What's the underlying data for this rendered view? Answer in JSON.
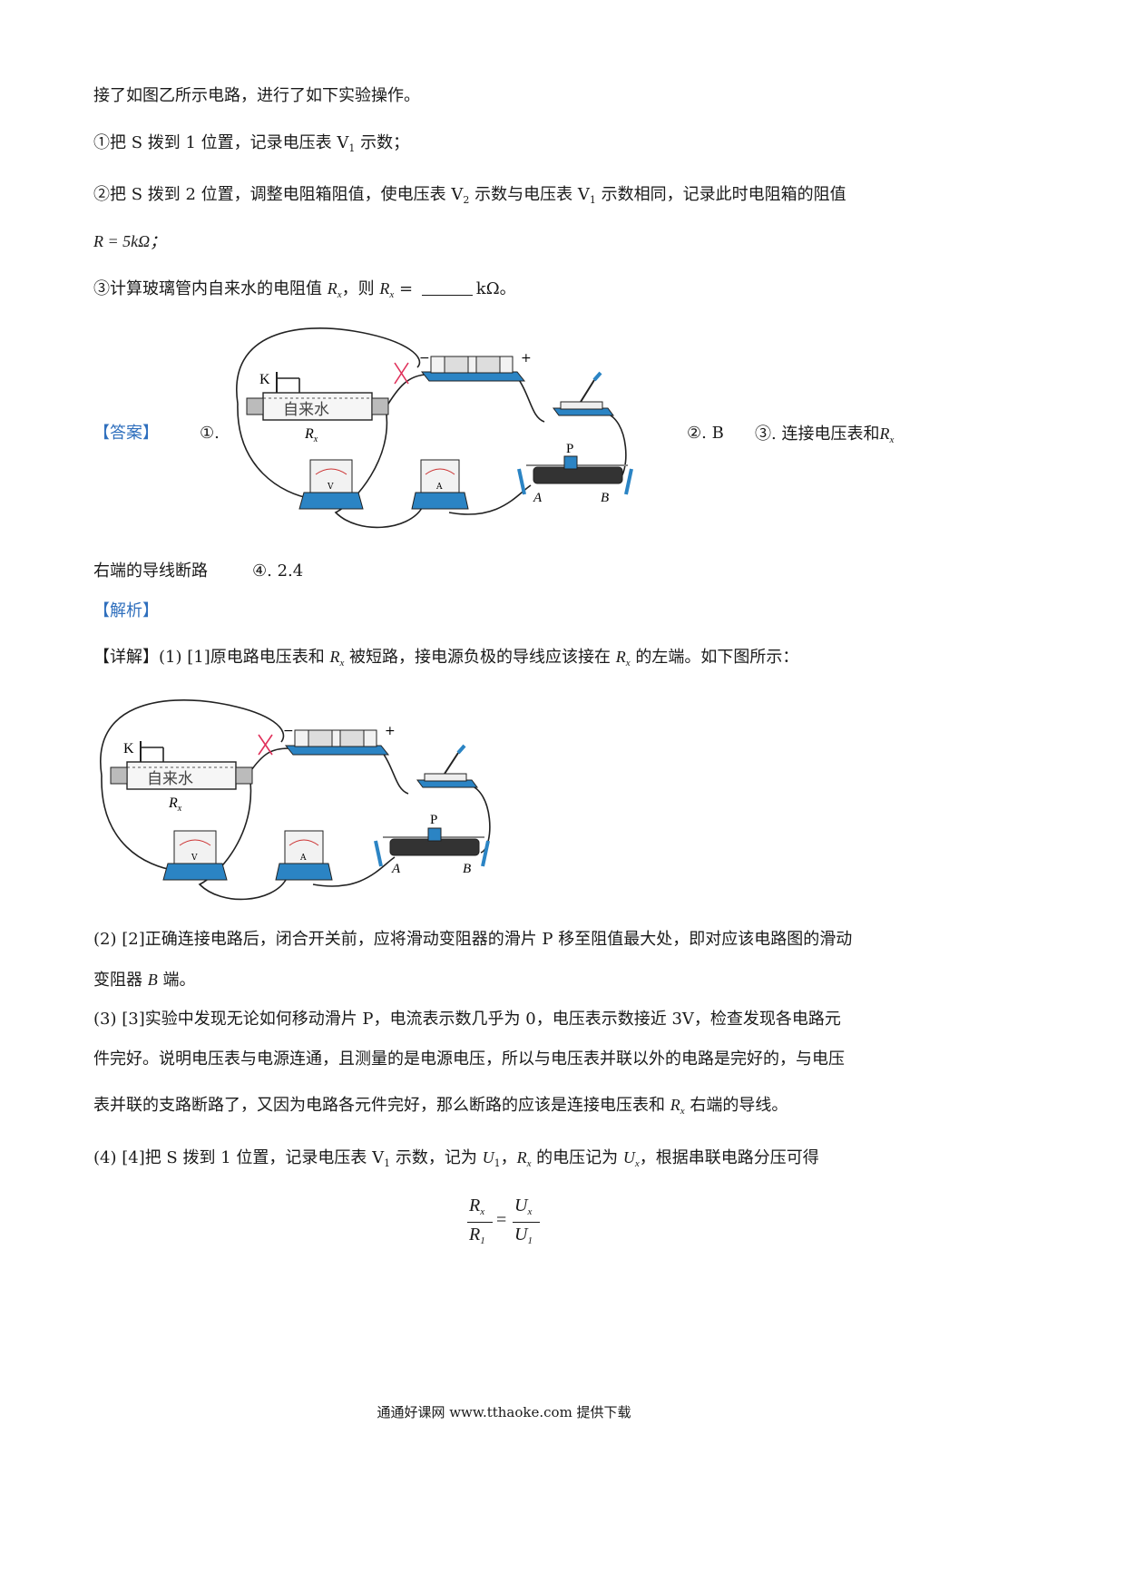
{
  "intro": "接了如图乙所示电路，进行了如下实验操作。",
  "steps": {
    "step1": {
      "a": "①把 S 拨到 1 位置，记录电压表 V",
      "sub": "1",
      "b": " 示数；"
    },
    "step2": {
      "a": "②把 S 拨到 2 位置，调整电阻箱阻值，使电压表 V",
      "sub1": "2",
      "b": " 示数与电压表 V",
      "sub2": "1",
      "c": " 示数相同，记录此时电阻箱的阻值"
    },
    "step2_cont": "R = 5kΩ；",
    "step3": {
      "a": "③计算玻璃管内自来水的电阻值 ",
      "var": "R",
      "var_sub": "x",
      "b": "，则 ",
      "var2": "R",
      "var2_sub": "x",
      "eq": " = ",
      "unit": "kΩ。"
    }
  },
  "answer": {
    "tag": "【答案】",
    "item1": "①.",
    "item2": "②. B",
    "item3": "③. 连接电压表和",
    "item3_var": "R",
    "item3_sub": "x",
    "item3_cont": "右端的导线断路",
    "item4": "④. 2.4"
  },
  "analysis_tag": "【解析】",
  "detail": {
    "tag": "【详解】",
    "p1": {
      "a": "(1) [1]原电路电压表和 ",
      "var": "R",
      "sub": "x",
      "b": " 被短路，接电源负极的导线应该接在 ",
      "var2": "R",
      "sub2": "x",
      "c": " 的左端。如下图所示："
    },
    "p2_l1": "(2) [2]正确连接电路后，闭合开关前，应将滑动变阻器的滑片 P 移至阻值最大处，即对应该电路图的滑动",
    "p2_l2_a": "变阻器 ",
    "p2_l2_var": "B",
    "p2_l2_b": " 端。",
    "p3_l1": "(3) [3]实验中发现无论如何移动滑片 P，电流表示数几乎为 0，电压表示数接近 3V，检查发现各电路元",
    "p3_l2": "件完好。说明电压表与电源连通，且测量的是电源电压，所以与电压表并联以外的电路是完好的，与电压",
    "p3_l3": {
      "a": "表并联的支路断路了，又因为电路各元件完好，那么断路的应该是连接电压表和 ",
      "var": "R",
      "sub": "x",
      "b": " 右端的导线。"
    },
    "p4": {
      "a": "(4) [4]把 S 拨到 1 位置，记录电压表 V",
      "sub": "1",
      "b": " 示数，记为 ",
      "u1": "U",
      "u1_sub": "1",
      "c": "，",
      "rx": "R",
      "rx_sub": "x",
      "d": " 的电压记为 ",
      "ux": "U",
      "ux_sub": "x",
      "e": "，根据串联电路分压可得"
    },
    "formula": {
      "num_l": "R",
      "num_l_sub": "x",
      "den_l": "R",
      "den_l_sub": "1",
      "eq": "=",
      "num_r": "U",
      "num_r_sub": "x",
      "den_r": "U",
      "den_r_sub": "1"
    }
  },
  "diagram_labels": {
    "switch": "K",
    "tube": "自来水",
    "resistor": "R",
    "resistor_sub": "x",
    "minus": "−",
    "plus": "+",
    "voltmeter": "V",
    "ammeter": "A",
    "slider": "P",
    "end_a": "A",
    "end_b": "B"
  },
  "footer": "通通好课网  www.tthaoke.com  提供下载",
  "colors": {
    "accent": "#2f6fbd",
    "device_blue": "#2b84c4",
    "cross": "#e0305a"
  }
}
